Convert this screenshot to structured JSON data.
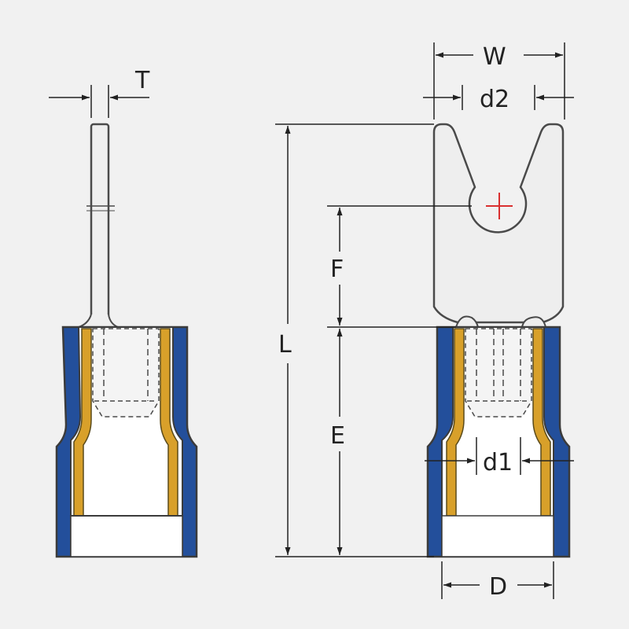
{
  "labels": {
    "thickness": "T",
    "width": "W",
    "slot_diameter": "d2",
    "length": "L",
    "tongue_length": "F",
    "barrel_length": "E",
    "inner_diameter": "d1",
    "outer_diameter": "D"
  },
  "colors": {
    "background": "#f1f1f1",
    "outline": "#4a4a4a",
    "metal": "#eeeeee",
    "insulation": "#234f9b",
    "brass": "#d8a02a",
    "center_mark": "#d93030",
    "dimension_line": "#222222"
  }
}
